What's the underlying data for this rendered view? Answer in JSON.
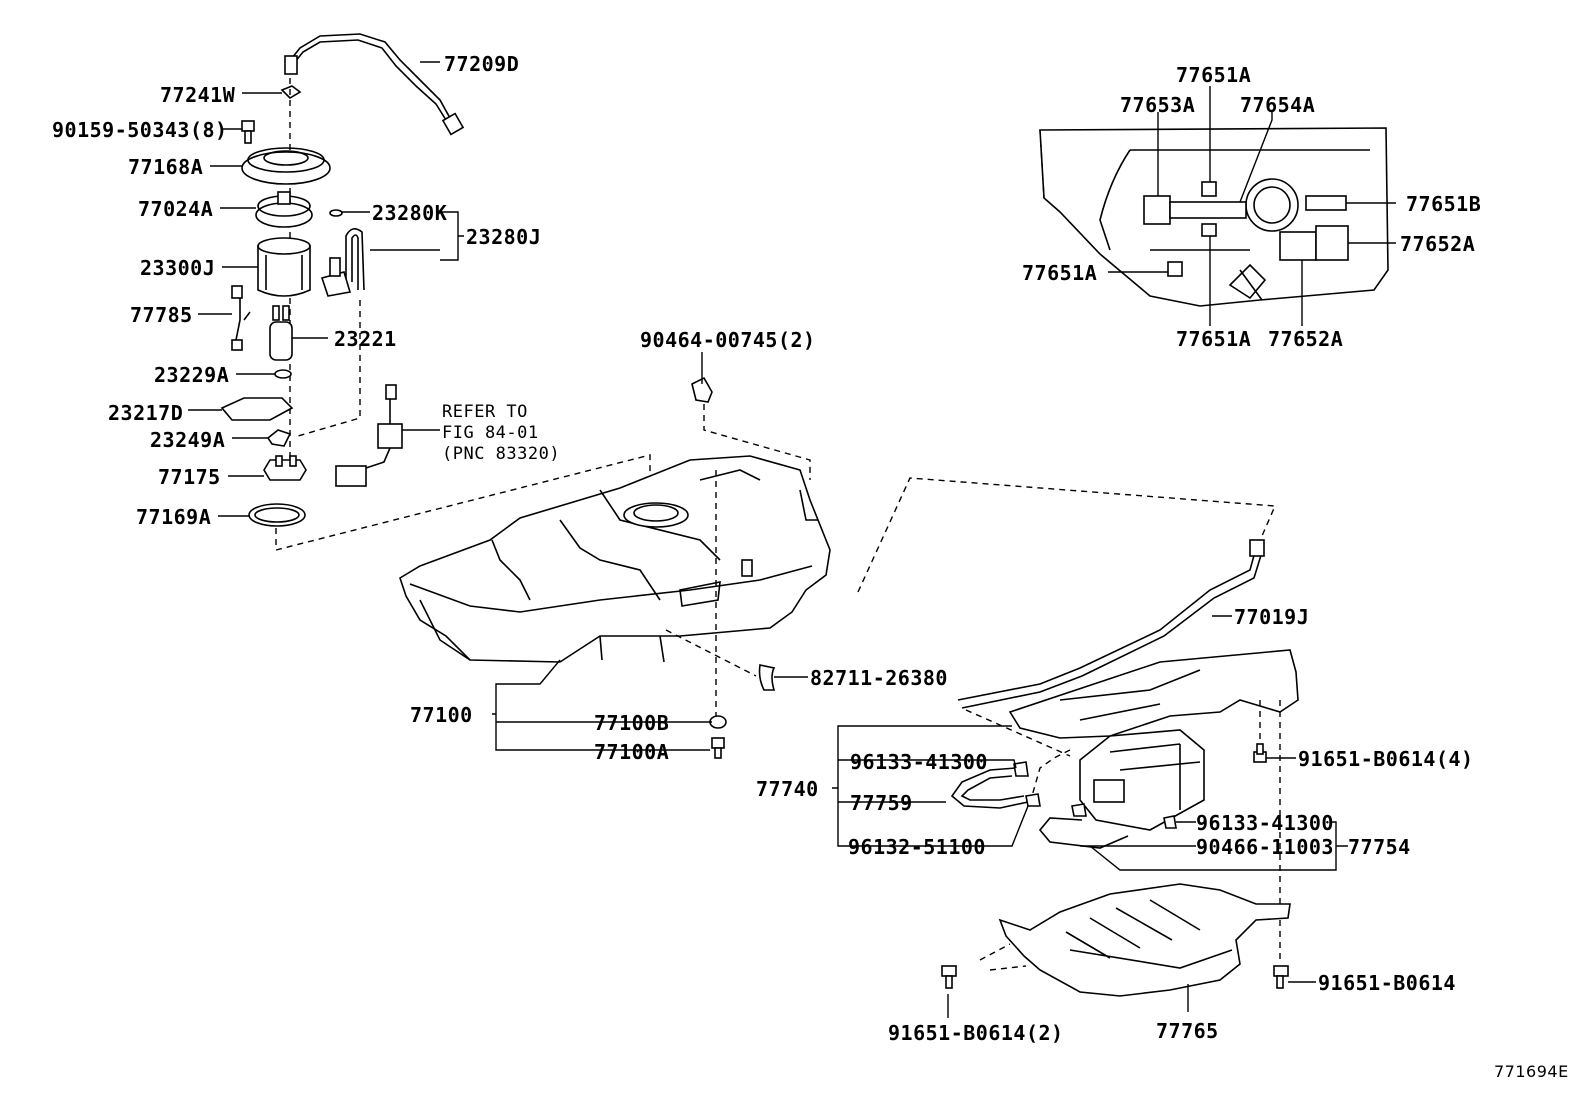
{
  "diagram": {
    "image_code": "771694E",
    "labels": {
      "p77209D": "77209D",
      "p77241W": "77241W",
      "p90159": "90159-50343(8)",
      "p77168A": "77168A",
      "p77024A": "77024A",
      "p23280K": "23280K",
      "p23280J": "23280J",
      "p23300J": "23300J",
      "p77785": "77785",
      "p23221": "23221",
      "p23229A": "23229A",
      "p23217D": "23217D",
      "p23249A": "23249A",
      "p77175": "77175",
      "p77169A": "77169A",
      "refer_line1": "REFER TO",
      "refer_line2": "FIG 84-01",
      "refer_line3": "(PNC 83320)",
      "p90464": "90464-00745(2)",
      "p82711": "82711-26380",
      "p77100": "77100",
      "p77100B": "77100B",
      "p77100A": "77100A",
      "p77019J": "77019J",
      "p77740": "77740",
      "p96133_a": "96133-41300",
      "p77759": "77759",
      "p96132": "96132-51100",
      "p96133_b": "96133-41300",
      "p90466": "90466-11003",
      "p77754": "77754",
      "p91651_4": "91651-B0614(4)",
      "p91651_1": "91651-B0614",
      "p91651_2": "91651-B0614(2)",
      "p77765": "77765",
      "p77651A_top": "77651A",
      "p77653A": "77653A",
      "p77654A": "77654A",
      "p77651B": "77651B",
      "p77652A_r": "77652A",
      "p77651A_left": "77651A",
      "p77651A_bot": "77651A",
      "p77652A_bot": "77652A"
    }
  }
}
